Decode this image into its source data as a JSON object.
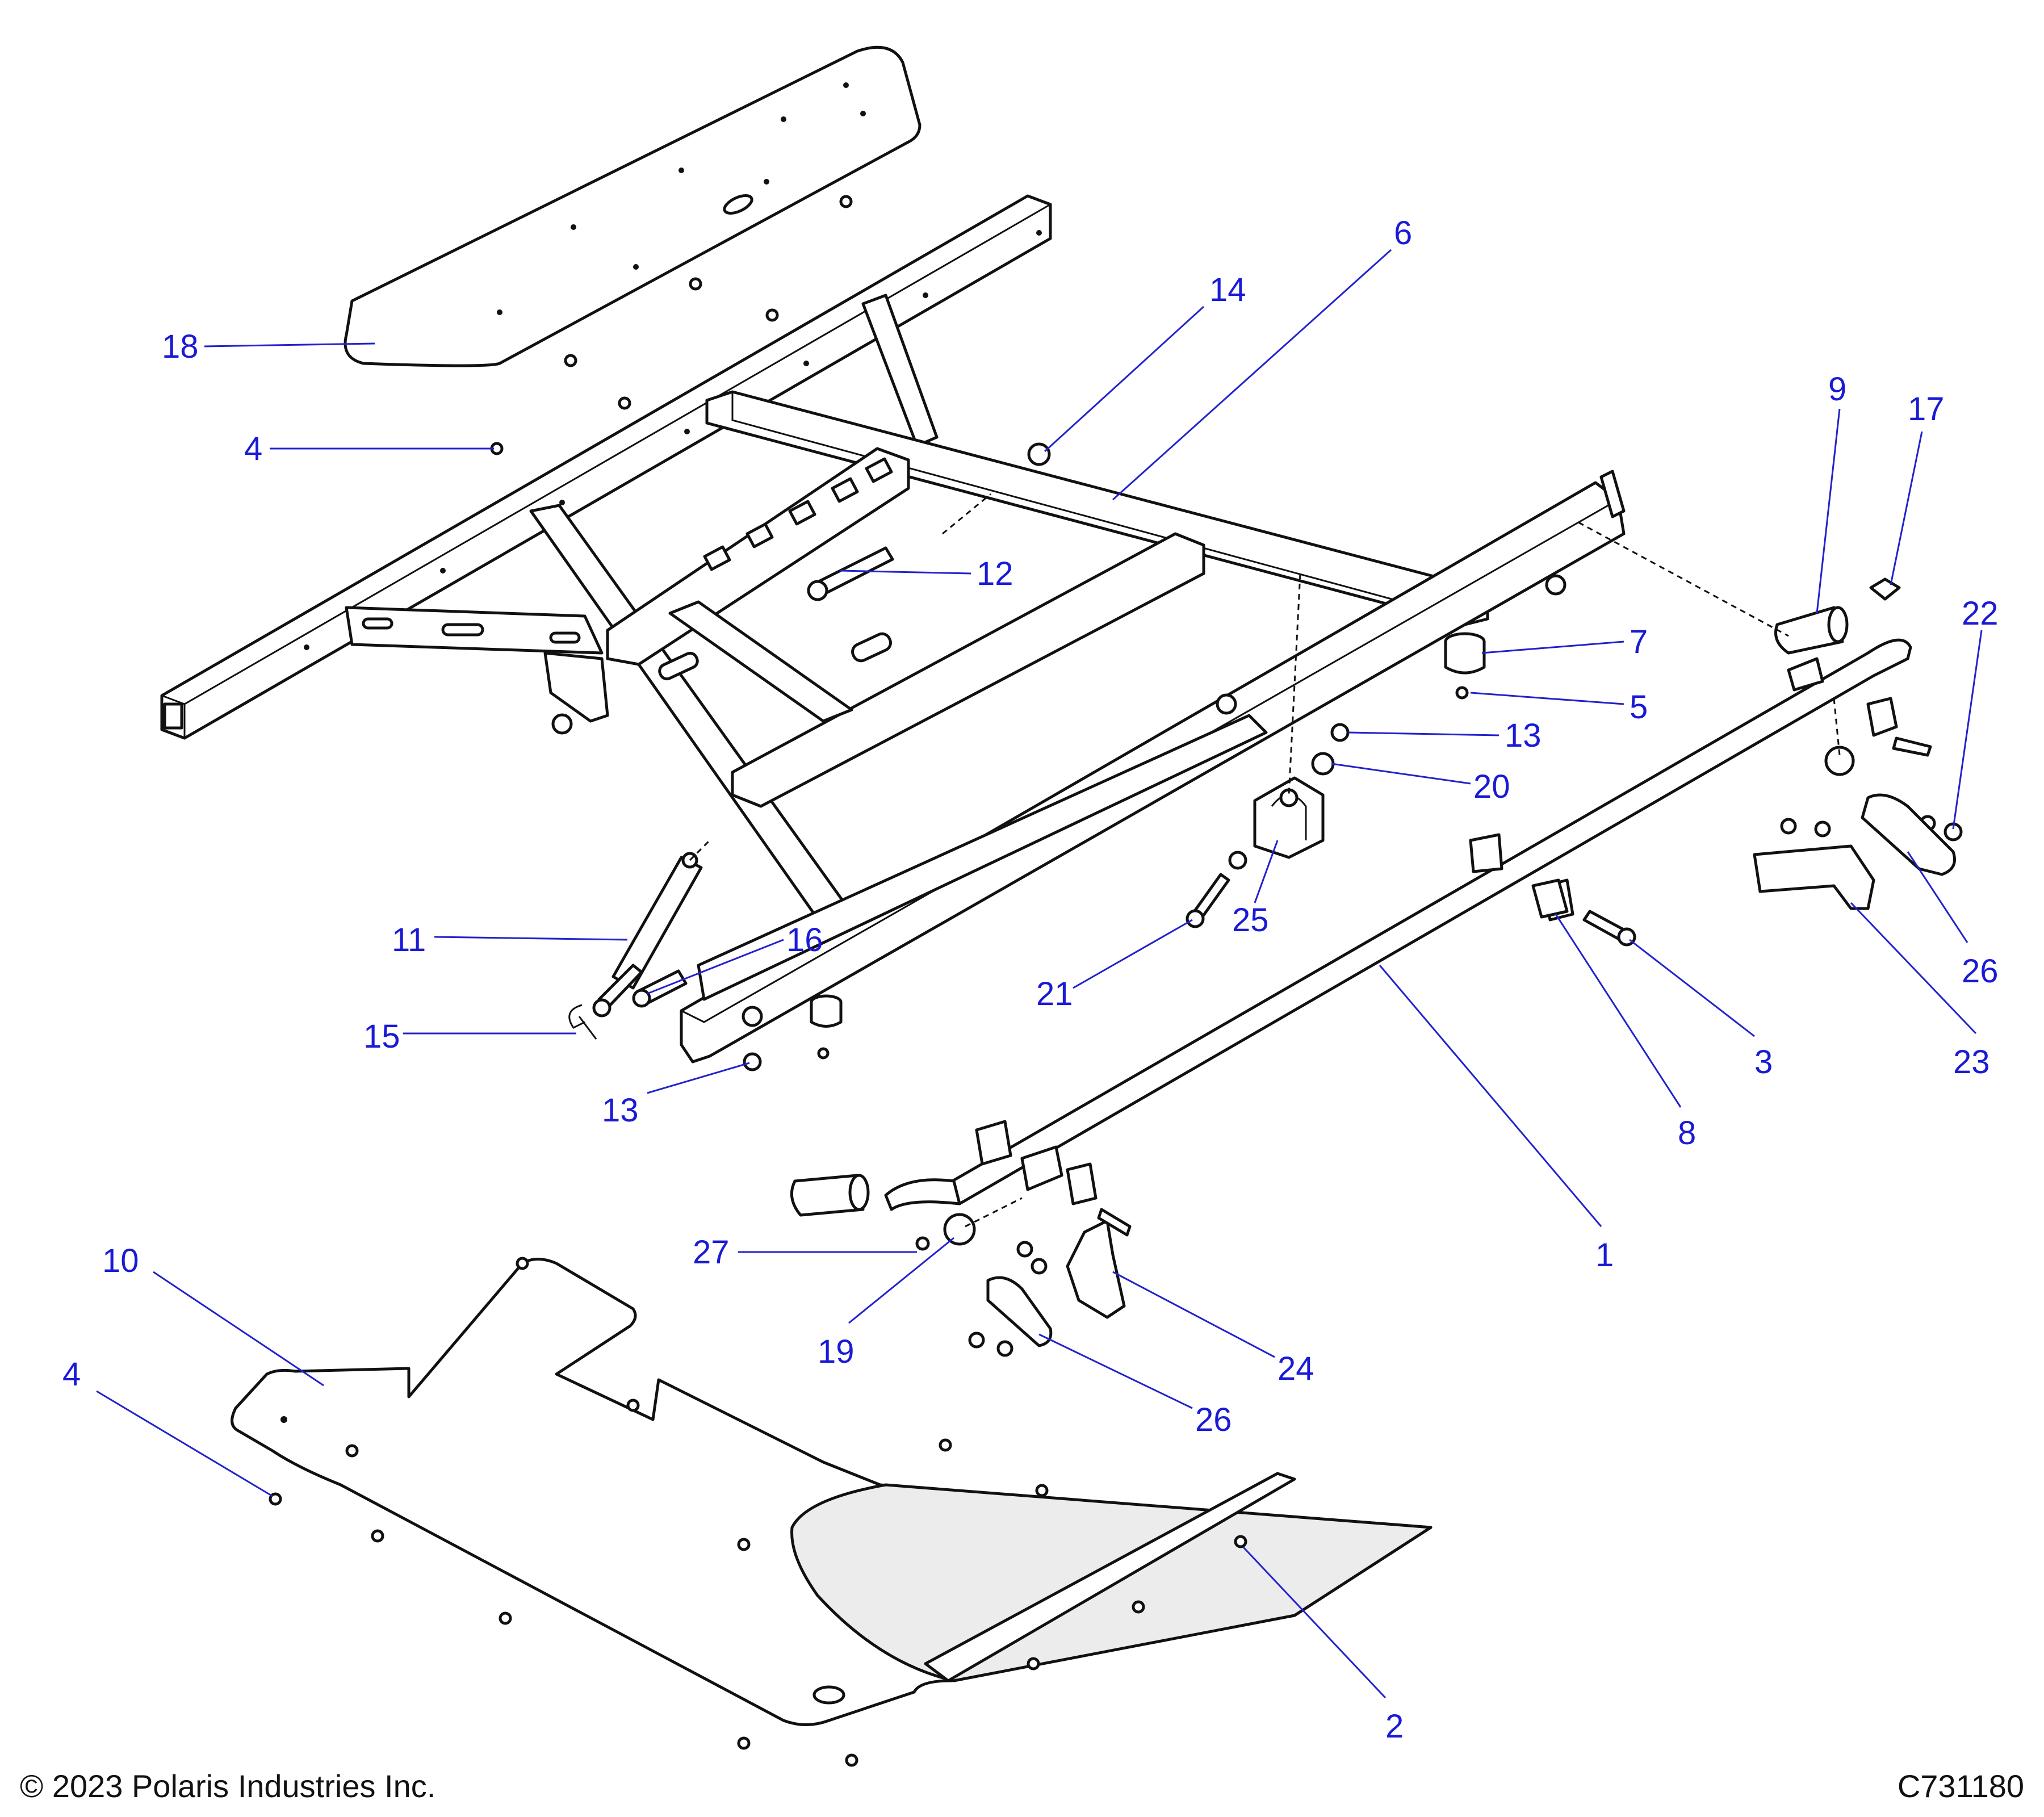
{
  "diagram": {
    "accent_color": "#1a1ad6",
    "callouts": [
      {
        "id": "c18",
        "label": "18"
      },
      {
        "id": "c4a",
        "label": "4"
      },
      {
        "id": "c14",
        "label": "14"
      },
      {
        "id": "c6",
        "label": "6"
      },
      {
        "id": "c9",
        "label": "9"
      },
      {
        "id": "c17",
        "label": "17"
      },
      {
        "id": "c22",
        "label": "22"
      },
      {
        "id": "c12",
        "label": "12"
      },
      {
        "id": "c7",
        "label": "7"
      },
      {
        "id": "c5",
        "label": "5"
      },
      {
        "id": "c13a",
        "label": "13"
      },
      {
        "id": "c20",
        "label": "20"
      },
      {
        "id": "c25",
        "label": "25"
      },
      {
        "id": "c21",
        "label": "21"
      },
      {
        "id": "c11",
        "label": "11"
      },
      {
        "id": "c16",
        "label": "16"
      },
      {
        "id": "c15",
        "label": "15"
      },
      {
        "id": "c13b",
        "label": "13"
      },
      {
        "id": "c26a",
        "label": "26"
      },
      {
        "id": "c23",
        "label": "23"
      },
      {
        "id": "c3",
        "label": "3"
      },
      {
        "id": "c8",
        "label": "8"
      },
      {
        "id": "c1",
        "label": "1"
      },
      {
        "id": "c27",
        "label": "27"
      },
      {
        "id": "c19",
        "label": "19"
      },
      {
        "id": "c24",
        "label": "24"
      },
      {
        "id": "c26b",
        "label": "26"
      },
      {
        "id": "c10",
        "label": "10"
      },
      {
        "id": "c4b",
        "label": "4"
      },
      {
        "id": "c2",
        "label": "2"
      }
    ]
  },
  "footer": {
    "copyright": "© 2023 Polaris Industries Inc.",
    "drawing_id": "C731180"
  }
}
